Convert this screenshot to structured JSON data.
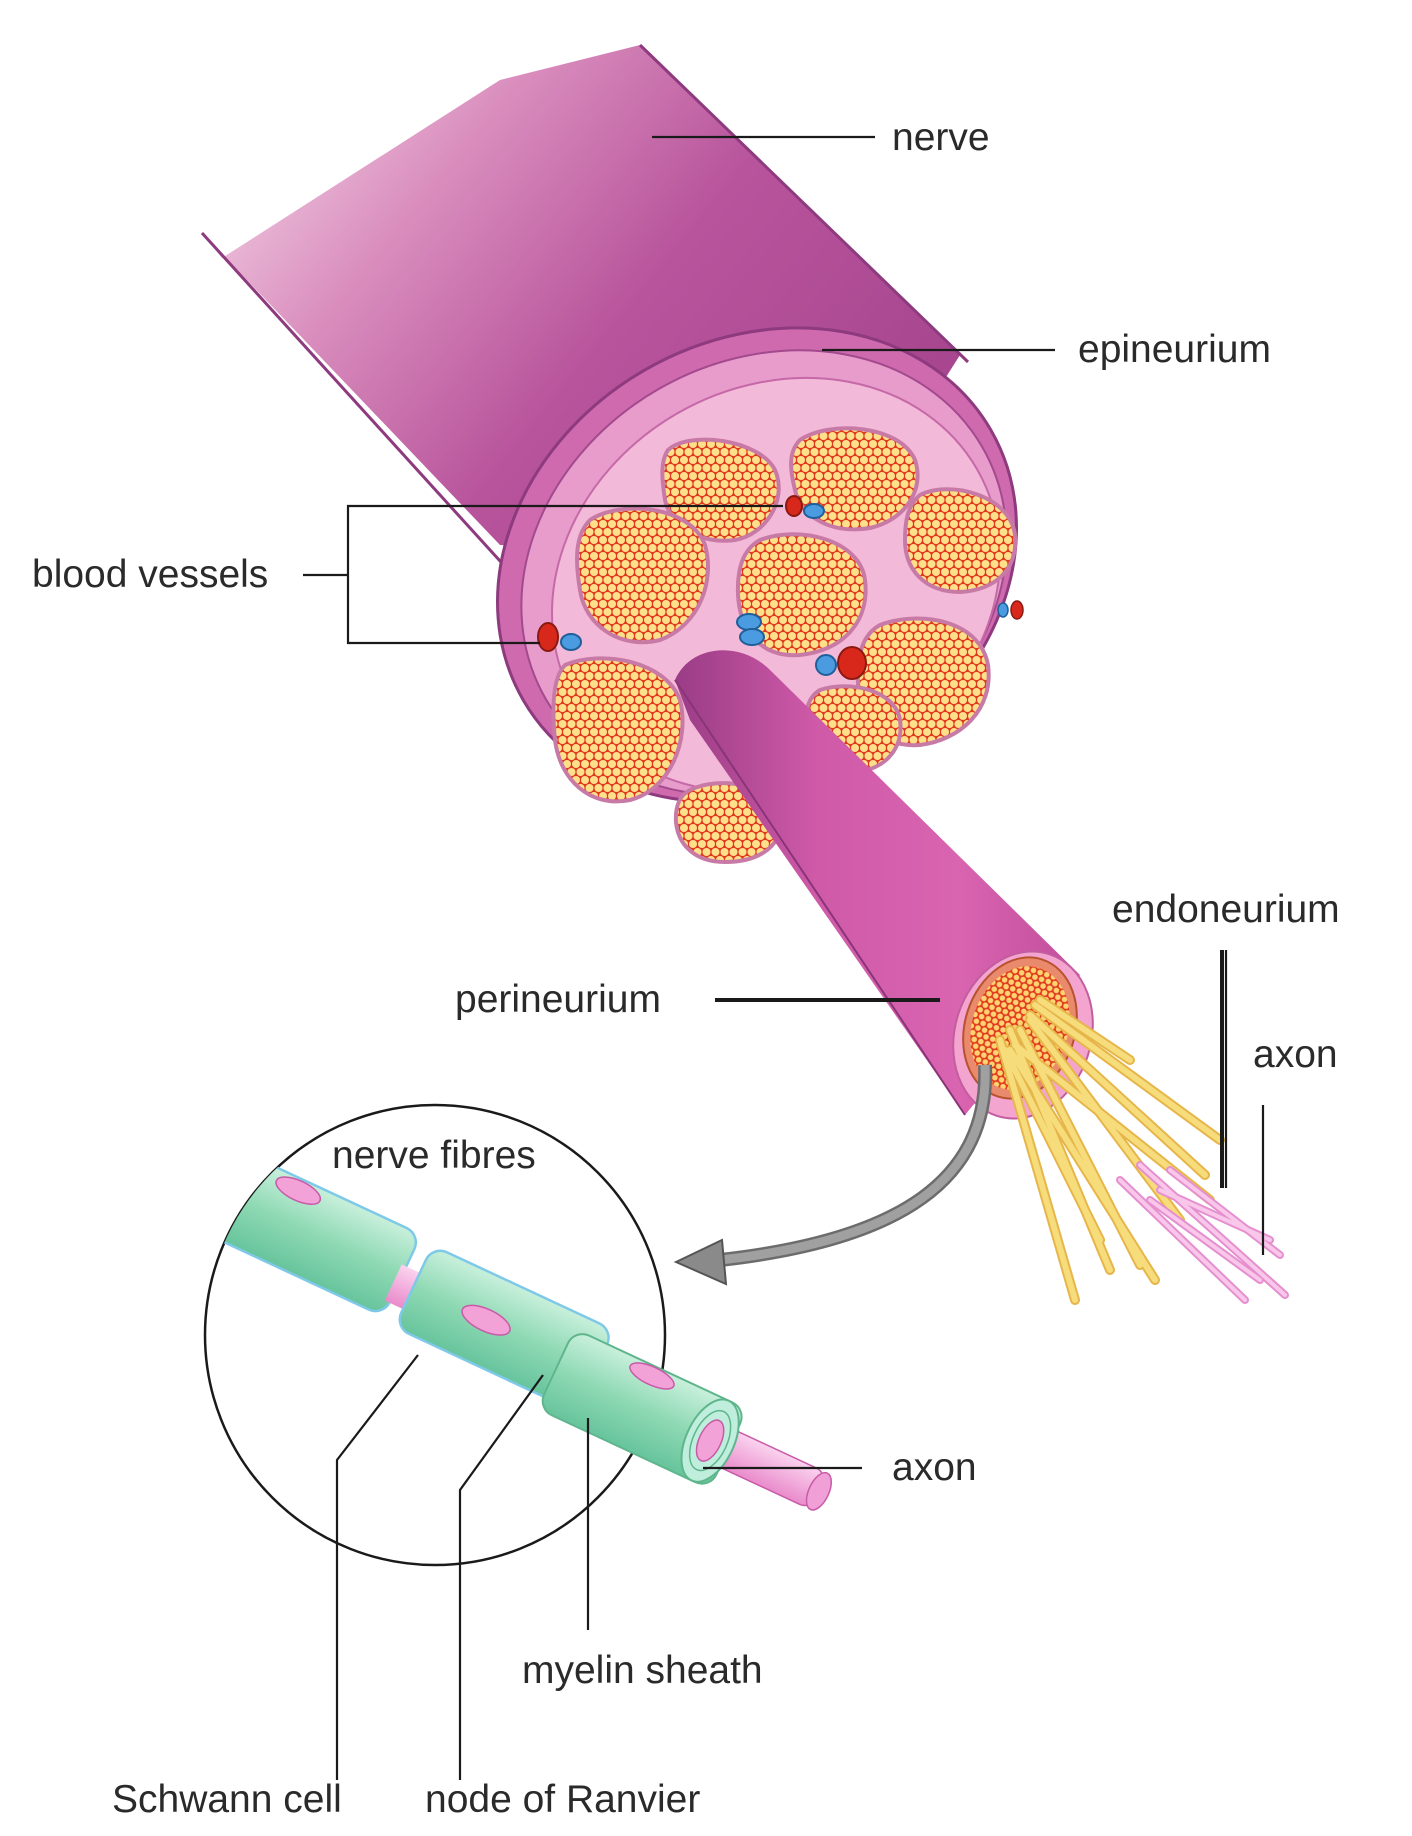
{
  "labels": {
    "nerve": "nerve",
    "epineurium": "epineurium",
    "blood_vessels": "blood vessels",
    "endoneurium": "endoneurium",
    "axon_fascicle": "axon",
    "perineurium": "perineurium",
    "nerve_fibres": "nerve fibres",
    "axon_fibre": "axon",
    "myelin_sheath": "myelin sheath",
    "schwann_cell": "Schwann cell",
    "node_of_ranvier": "node of Ranvier"
  },
  "colors": {
    "nerve_purple": "#b8509a",
    "epineurium_pink": "#e08cc4",
    "connective_pink": "#f6bfd9",
    "fascicle_yellow": "#fbc86e",
    "blood_vessel_red": "#d8281c",
    "blood_vessel_blue": "#4a9be0",
    "myelin_green": "#8ed9b4",
    "axon_pink": "#f3a2d8",
    "fibre_yellow": "#f5d56c",
    "arrow_grey": "#8a8a8a"
  }
}
